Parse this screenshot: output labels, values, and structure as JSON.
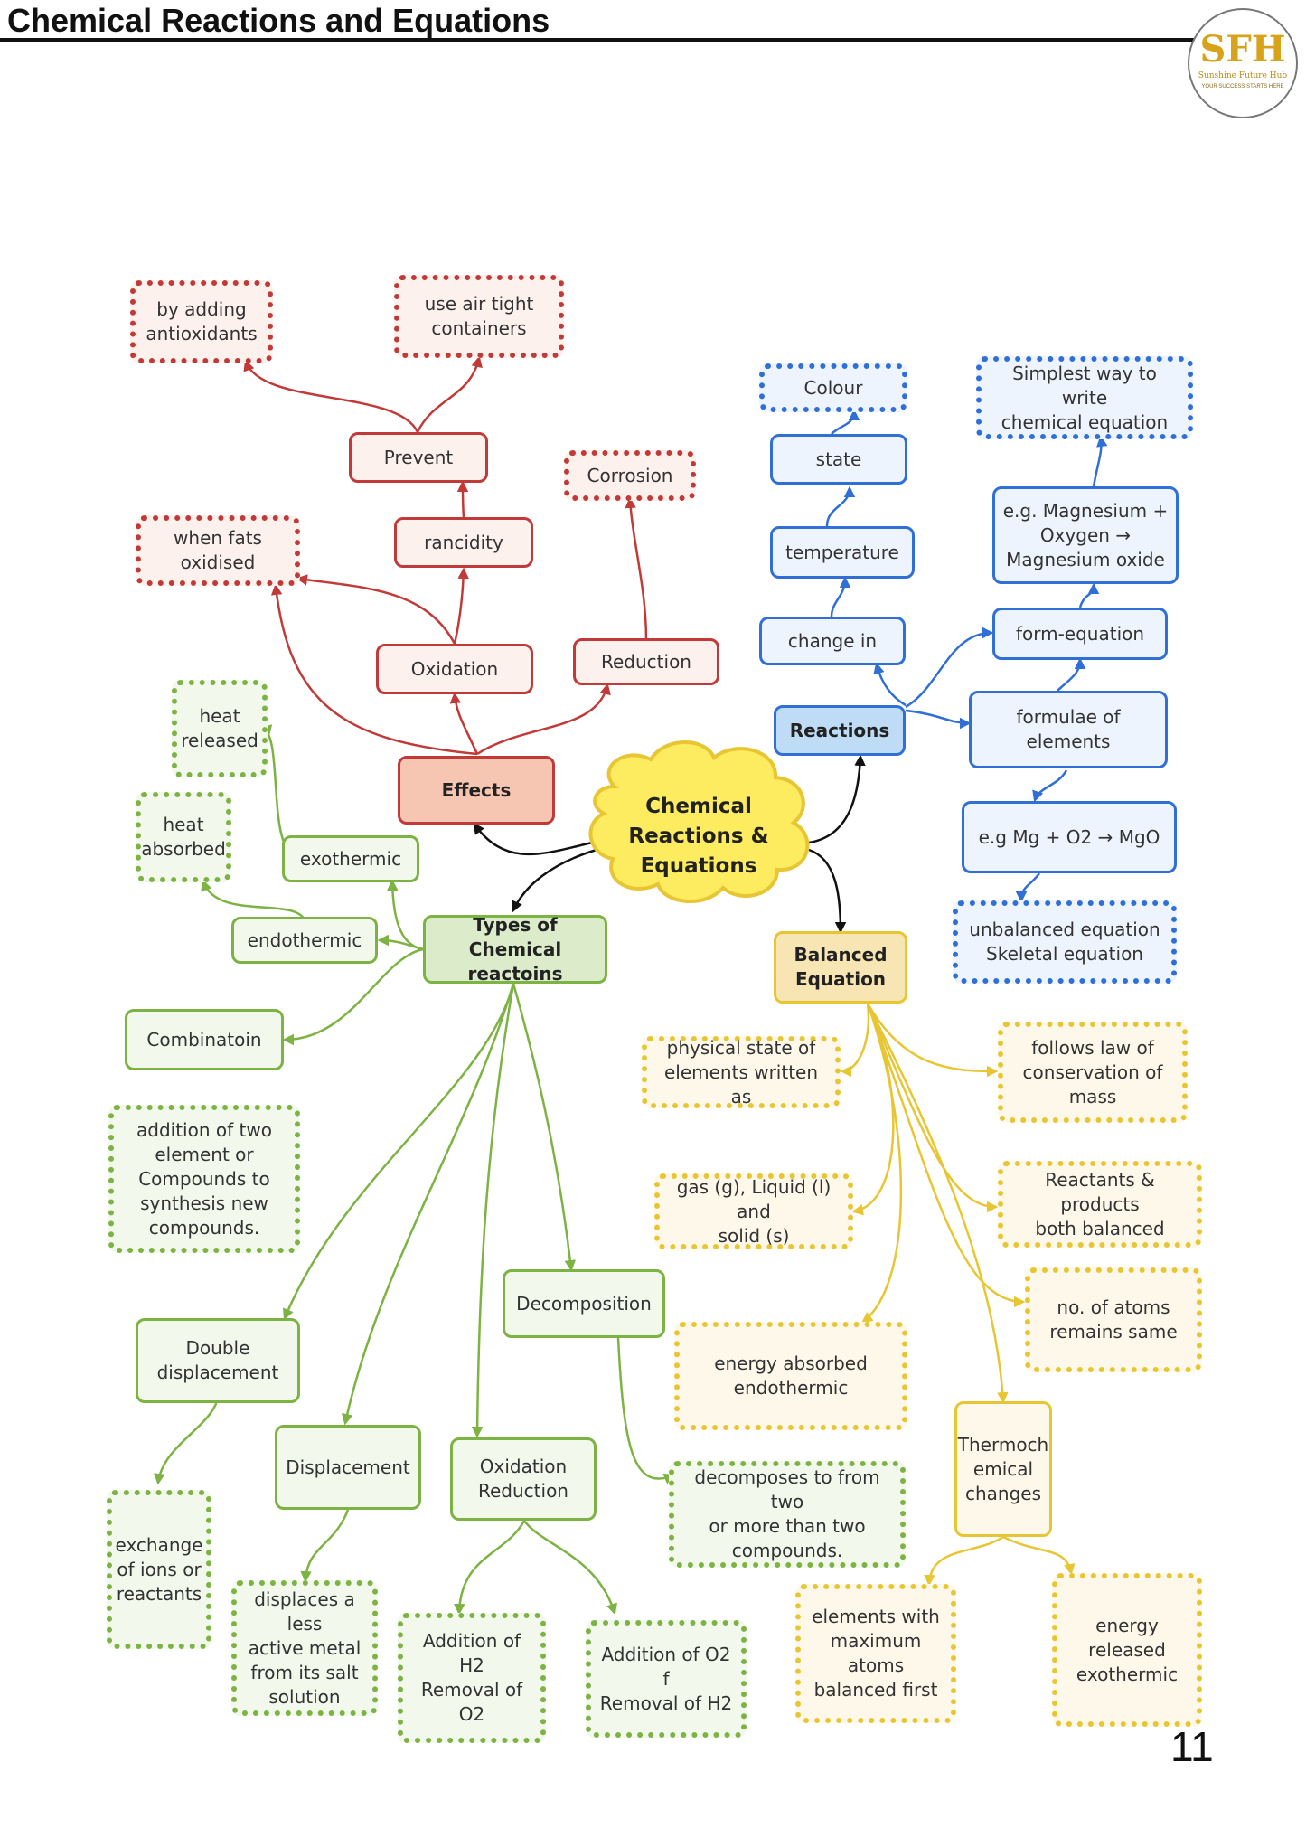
{
  "header": {
    "title": "Chemical Reactions and Equations"
  },
  "logo": {
    "mark": "SFH",
    "name": "Sunshine Future Hub",
    "tagline": "YOUR SUCCESS STARTS HERE"
  },
  "page_number": "11",
  "colors": {
    "effects": "#c23a37",
    "reactions": "#2f6fd6",
    "types": "#7cb342",
    "balanced": "#e8c633"
  },
  "central": {
    "label": "Chemical\nReactions &\nEquations"
  },
  "effects": {
    "label": "Effects",
    "oxidation": "Oxidation",
    "reduction": "Reduction",
    "corrosion": "Corrosion",
    "rancidity": "rancidity",
    "when_fats": "when fats oxidised",
    "prevent": "Prevent",
    "antioxidants": "by adding\nantioxidants",
    "airtight": "use air tight\ncontainers"
  },
  "reactions": {
    "label": "Reactions",
    "change_in": "change in",
    "temperature": "temperature",
    "state": "state",
    "colour": "Colour",
    "form_equation": "form-equation",
    "formulae": "formulae of elements",
    "example_word": "e.g. Magnesium +\nOxygen →\nMagnesium oxide",
    "simplest": "Simplest way to write\nchemical equation",
    "example_symbol": "e.g Mg + O2 → MgO",
    "unbalanced": "unbalanced equation\nSkeletal equation"
  },
  "types": {
    "label": "Types of Chemical\nreactoins",
    "exothermic": "exothermic",
    "heat_released": "heat\nreleased",
    "endothermic": "endothermic",
    "heat_absorbed": "heat\nabsorbed",
    "combination": "Combinatoin",
    "combination_def": "addition of two\nelement  or\nCompounds to\nsynthesis new\ncompounds.",
    "double_disp": "Double\ndisplacement",
    "double_disp_def": "exchange\nof ions or\nreactants",
    "displacement": "Displacement",
    "displacement_def": "displaces a less\nactive metal\nfrom its salt\nsolution",
    "redox": "Oxidation\nReduction",
    "redox_h2": "Addition of H2\nRemoval of O2",
    "redox_o2": "Addition of O2 f\nRemoval of H2",
    "decomposition": "Decomposition",
    "decomposition_def": "decomposes to from two\nor more than two\ncompounds."
  },
  "balanced": {
    "label": "Balanced\nEquation",
    "physical_state": "physical state of\nelements written as",
    "states": "gas (g), Liquid (l) and\nsolid (s)",
    "energy_absorbed": "energy absorbed\nendothermic",
    "law": "follows law of\nconservation of\nmass",
    "both_balanced": "Reactants & products\nboth balanced",
    "atoms_same": "no. of atoms\nremains same",
    "thermochemical": "Thermoch\nemical\nchanges",
    "max_atoms": "elements with\nmaximum atoms\nbalanced first",
    "energy_released": "energy\nreleased\nexothermic"
  }
}
